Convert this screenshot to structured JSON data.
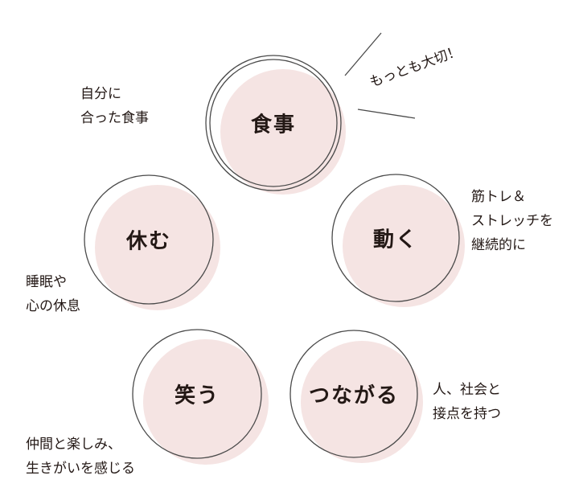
{
  "colors": {
    "fill": "#f5e4e3",
    "stroke": "#4a4a4a",
    "text": "#231815"
  },
  "circles": [
    {
      "label": "食事",
      "note": [
        "自分に",
        "合った食事"
      ]
    },
    {
      "label": "休む",
      "note": [
        "睡眠や",
        "心の休息"
      ]
    },
    {
      "label": "動く",
      "note": [
        "筋トレ＆",
        "ストレッチを",
        "継続的に"
      ]
    },
    {
      "label": "笑う",
      "note": [
        "仲間と楽しみ、",
        "生きがいを感じる"
      ]
    },
    {
      "label": "つながる",
      "note": [
        "人、社会と",
        "接点を持つ"
      ]
    }
  ],
  "emphasis": "もっとも大切！"
}
